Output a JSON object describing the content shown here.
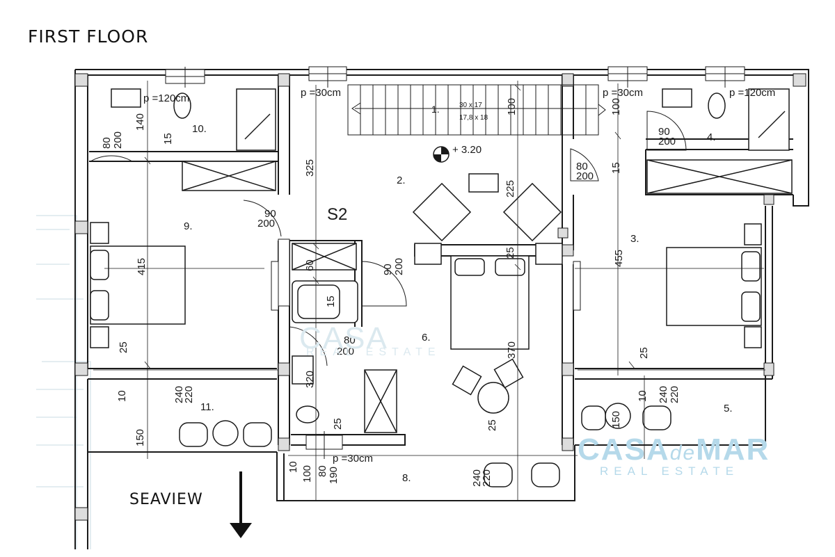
{
  "title": "FIRST FLOOR",
  "direction_label": "SEAVIEW",
  "brand": {
    "name_a": "CASA",
    "name_b": "de",
    "name_c": "MAR",
    "tagline": "REAL ESTATE",
    "color": "#b5d9ea"
  },
  "section_label": "S2",
  "level_mark": "+ 3.20",
  "stair": {
    "number": "1.",
    "line1": "30 x 17",
    "line2": "17,8 x 18"
  },
  "rooms": [
    "1.",
    "2.",
    "3.",
    "4.",
    "5.",
    "6.",
    "8.",
    "9.",
    "10.",
    "11."
  ],
  "parapet_labels": [
    "p =120cm",
    "p =30cm",
    "p =30cm",
    "p =120cm",
    "p =30cm"
  ],
  "dimensions": [
    "140",
    "15",
    "325",
    "100",
    "100",
    "15",
    "225",
    "415",
    "455",
    "60",
    "15",
    "25",
    "370",
    "320",
    "25",
    "25",
    "150",
    "10",
    "240",
    "220",
    "150",
    "10",
    "240",
    "220",
    "25",
    "25",
    "10",
    "100",
    "80",
    "190",
    "240",
    "220"
  ],
  "door_sizes": [
    "80",
    "200",
    "90",
    "200",
    "80",
    "200",
    "90",
    "200",
    "90",
    "200",
    "80",
    "200"
  ],
  "colors": {
    "ink": "#1a1a1a",
    "hatch": "#888888"
  }
}
